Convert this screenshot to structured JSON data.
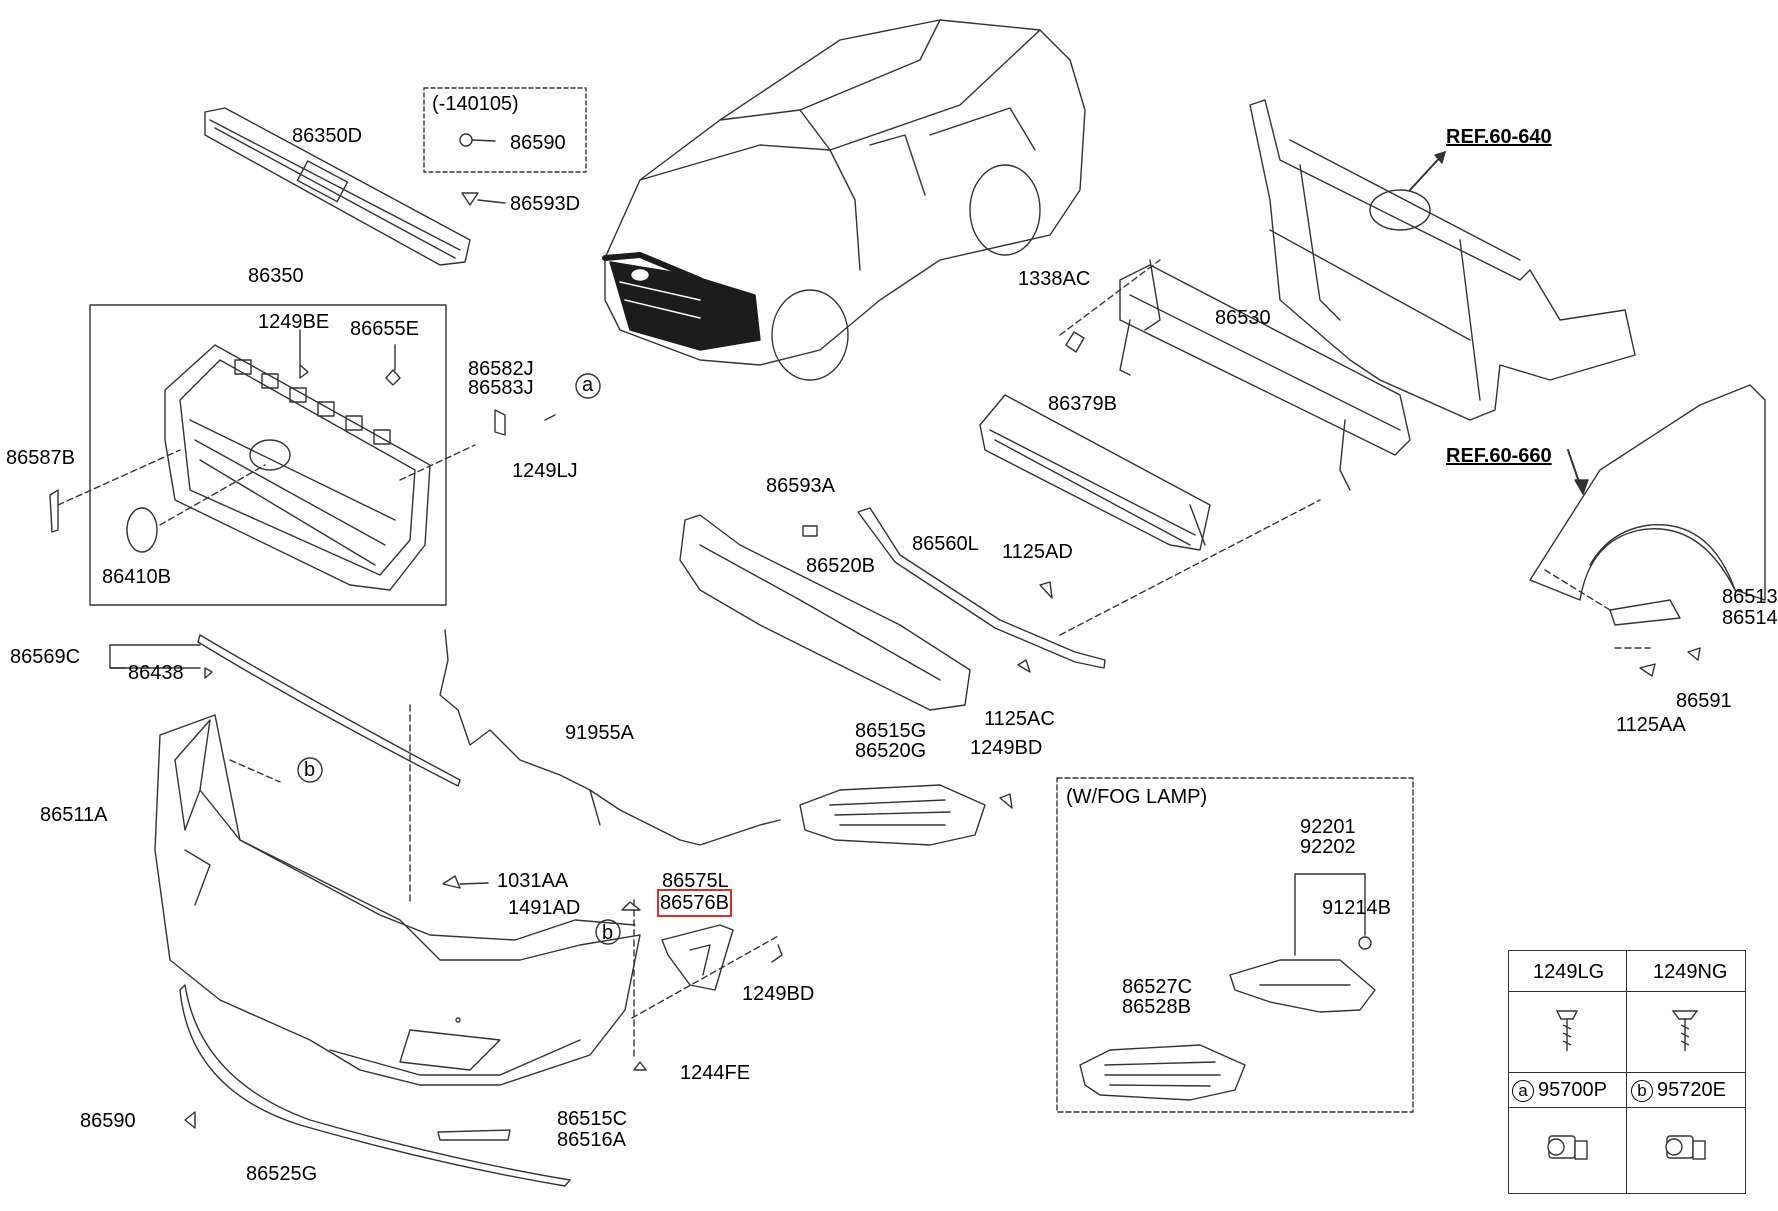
{
  "parts": {
    "grille_upper": "86350D",
    "grille_bracket_range": "(-140105)",
    "clip_86590_top": "86590",
    "clip_86593D": "86593D",
    "grille_assy": "86350",
    "screw_1249BE": "1249BE",
    "nut_86655E": "86655E",
    "bracket_86582J": "86582J",
    "bracket_86583J": "86583J",
    "circle_a": "a",
    "bolt_1249LJ": "1249LJ",
    "bracket_86587B": "86587B",
    "emblem": "86410B",
    "clip_86569C": "86569C",
    "clip_86438": "86438",
    "wiring_91955A": "91955A",
    "circle_b_top": "b",
    "bumper_cover": "86511A",
    "nut_1031AA": "1031AA",
    "clip_1491AD": "1491AD",
    "bracket_86575L": "86575L",
    "bracket_86576B": "86576B",
    "circle_b_mid": "b",
    "bolt_1249BD_lower": "1249BD",
    "screw_1244FE": "1244FE",
    "clip_86590_low": "86590",
    "trim_86515C": "86515C",
    "trim_86516A": "86516A",
    "lip_86525G": "86525G",
    "absorber_clip_86593A": "86593A",
    "absorber_86520B": "86520B",
    "strip_86560L": "86560L",
    "bolt_1125AD": "1125AD",
    "bolt_1125AC": "1125AC",
    "cover_86515G": "86515G",
    "cover_86520G": "86520G",
    "bolt_1249BD_upper": "1249BD",
    "nut_1338AC": "1338AC",
    "beam_86530": "86530",
    "duct_86379B": "86379B",
    "ref_carrier": "REF.60-640",
    "ref_fender": "REF.60-660",
    "bracket_8651x_a": "86513",
    "bracket_8651x_b": "86514",
    "bolt_1125AA": "1125AA",
    "screw_86591": "86591",
    "fog_title": "(W/FOG LAMP)",
    "fog_92201": "92201",
    "fog_92202": "92202",
    "fog_91214B": "91214B",
    "fog_86527C": "86527C",
    "fog_86528B": "86528B"
  },
  "legend": {
    "h1": "1249LG",
    "h2": "1249NG",
    "a_mark": "a",
    "a_code": "95700P",
    "b_mark": "b",
    "b_code": "95720E"
  },
  "colors": {
    "line": "#333333",
    "highlight": "#d9302b",
    "car_dark": "#1c1c1c"
  }
}
